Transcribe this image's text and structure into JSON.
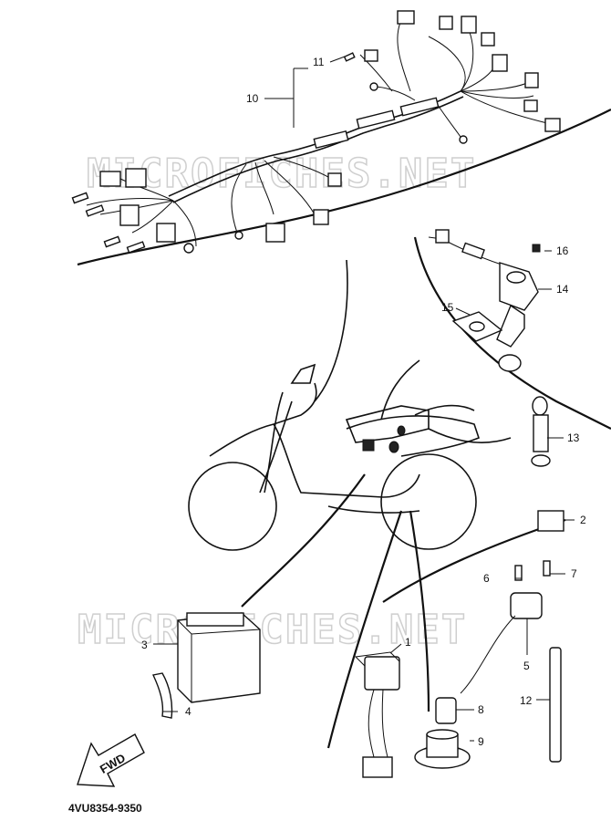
{
  "watermark": "MICROFICHES.NET",
  "diagram_code": "4VU8354-9350",
  "direction_label": "FWD",
  "callouts": [
    "1",
    "2",
    "3",
    "4",
    "5",
    "6",
    "7",
    "8",
    "9",
    "10",
    "11",
    "12",
    "13",
    "14",
    "15",
    "16"
  ]
}
